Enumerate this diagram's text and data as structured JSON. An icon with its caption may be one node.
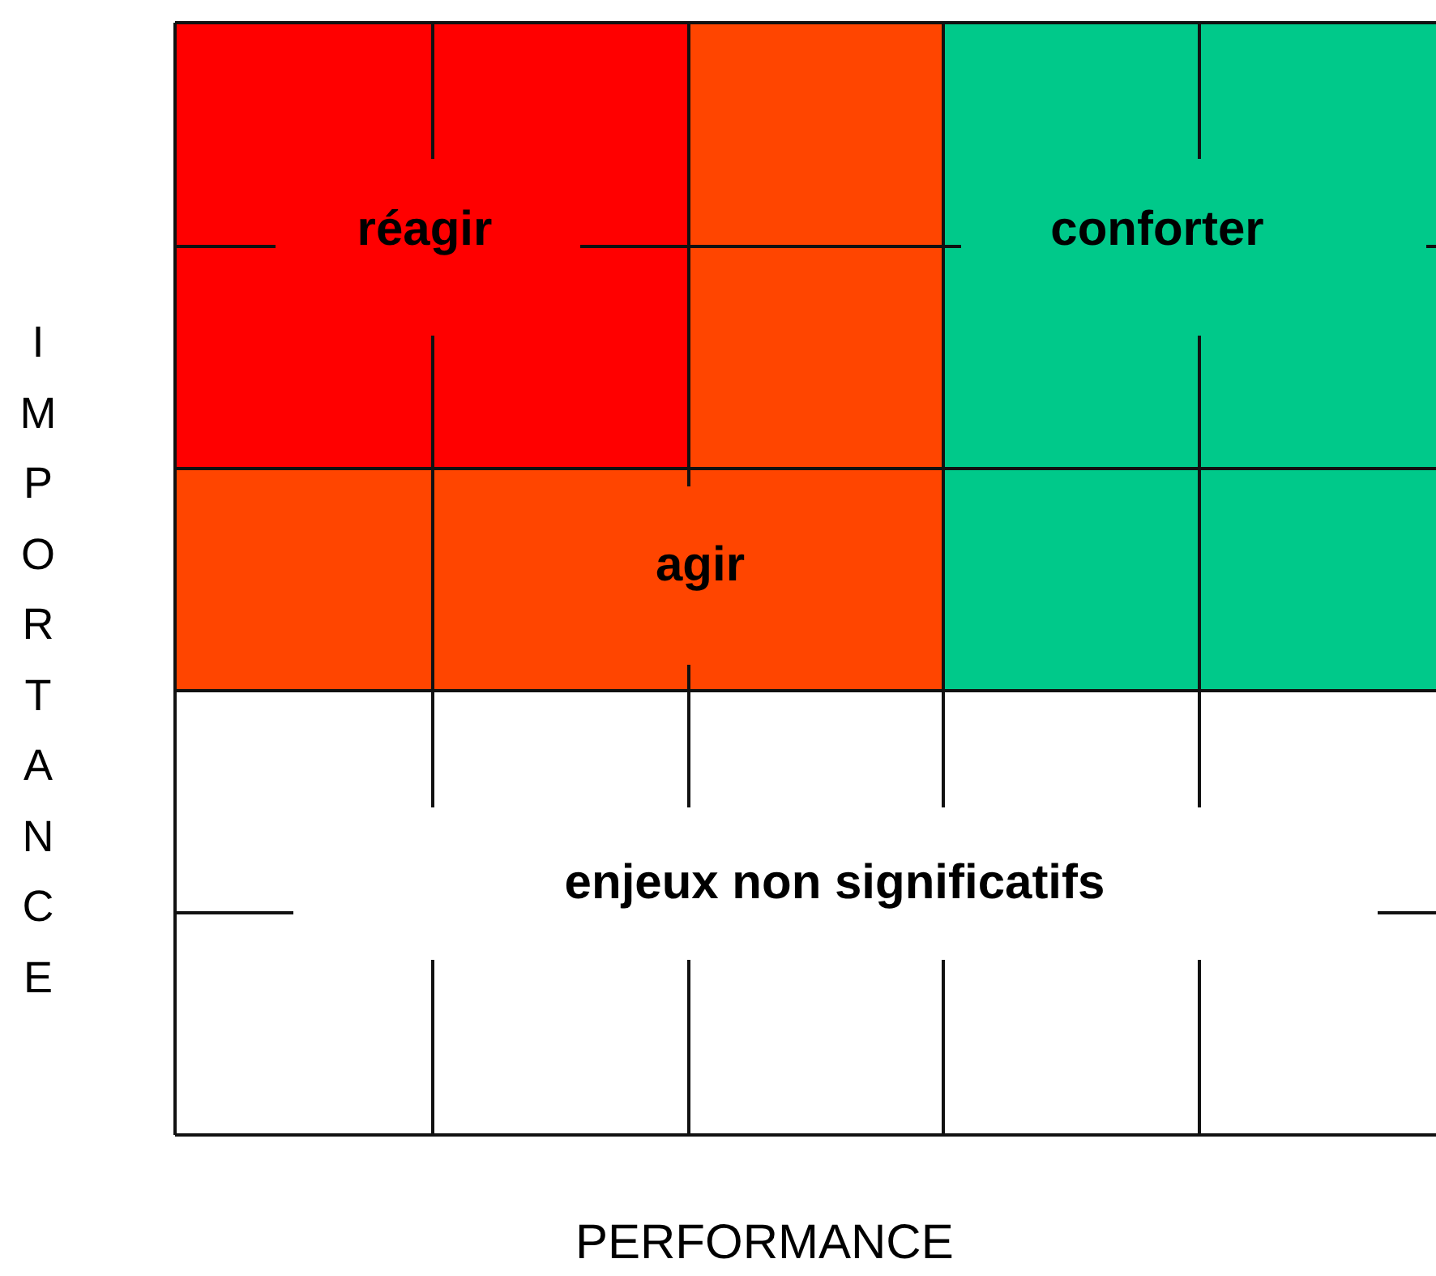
{
  "diagram": {
    "nodes": [
      {
        "text": [
          "réagir"
        ]
      },
      {
        "text": [
          "conforter"
        ]
      },
      {
        "text": [
          "agir"
        ]
      },
      {
        "text": [
          "enjeux non significatifs"
        ]
      }
    ],
    "labels": [
      "IMPORTANCE",
      "PERFORMANCE"
    ]
  }
}
